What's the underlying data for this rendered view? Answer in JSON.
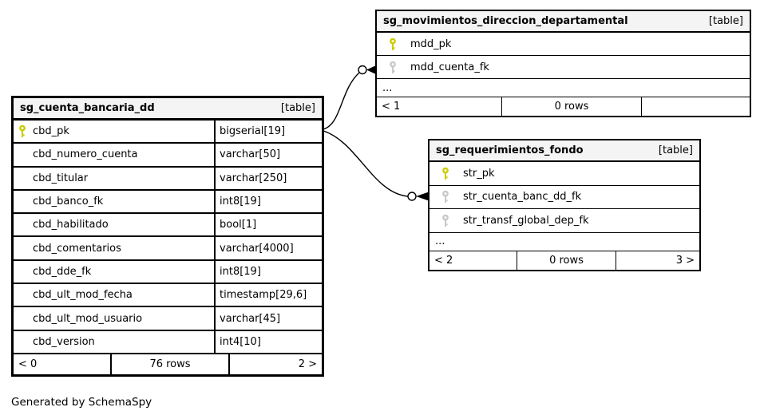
{
  "diagram": {
    "credit": "Generated by SchemaSpy",
    "colors": {
      "primary_key_icon": "#cccc00",
      "foreign_key_icon": "#c8c8c8",
      "table_header_bg": "#f4f4f4",
      "border": "#000000",
      "background": "#ffffff"
    },
    "relationships": [
      {
        "from": "sg_cuenta_bancaria_dd.cbd_pk",
        "to": "sg_movimientos_direccion_departamental.mdd_cuenta_fk"
      },
      {
        "from": "sg_cuenta_bancaria_dd.cbd_pk",
        "to": "sg_requerimientos_fondo.str_cuenta_banc_dd_fk"
      }
    ]
  },
  "tables": [
    {
      "name": "sg_cuenta_bancaria_dd",
      "tag": "[table]",
      "columns": [
        {
          "key": "pk",
          "name": "cbd_pk",
          "type": "bigserial[19]"
        },
        {
          "key": "",
          "name": "cbd_numero_cuenta",
          "type": "varchar[50]"
        },
        {
          "key": "",
          "name": "cbd_titular",
          "type": "varchar[250]"
        },
        {
          "key": "",
          "name": "cbd_banco_fk",
          "type": "int8[19]"
        },
        {
          "key": "",
          "name": "cbd_habilitado",
          "type": "bool[1]"
        },
        {
          "key": "",
          "name": "cbd_comentarios",
          "type": "varchar[4000]"
        },
        {
          "key": "",
          "name": "cbd_dde_fk",
          "type": "int8[19]"
        },
        {
          "key": "",
          "name": "cbd_ult_mod_fecha",
          "type": "timestamp[29,6]"
        },
        {
          "key": "",
          "name": "cbd_ult_mod_usuario",
          "type": "varchar[45]"
        },
        {
          "key": "",
          "name": "cbd_version",
          "type": "int4[10]"
        }
      ],
      "footer": {
        "left": "< 0",
        "center": "76 rows",
        "right": "2 >"
      }
    },
    {
      "name": "sg_movimientos_direccion_departamental",
      "tag": "[table]",
      "columns": [
        {
          "key": "pk",
          "name": "mdd_pk"
        },
        {
          "key": "fk",
          "name": "mdd_cuenta_fk"
        }
      ],
      "ellipsis": "...",
      "footer": {
        "left": "< 1",
        "center": "0 rows",
        "right": ""
      }
    },
    {
      "name": "sg_requerimientos_fondo",
      "tag": "[table]",
      "columns": [
        {
          "key": "pk",
          "name": "str_pk"
        },
        {
          "key": "fk",
          "name": "str_cuenta_banc_dd_fk"
        },
        {
          "key": "fk",
          "name": "str_transf_global_dep_fk"
        }
      ],
      "ellipsis": "...",
      "footer": {
        "left": "< 2",
        "center": "0 rows",
        "right": "3 >"
      }
    }
  ]
}
